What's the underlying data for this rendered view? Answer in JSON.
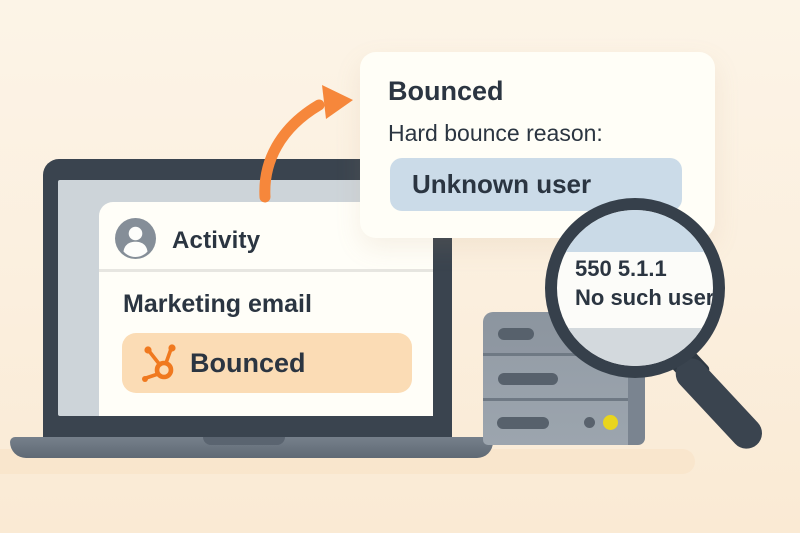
{
  "laptop": {
    "activity_card": {
      "header": "Activity",
      "section_label": "Marketing email",
      "status_badge": "Bounced"
    }
  },
  "bounce_card": {
    "title": "Bounced",
    "reason_label": "Hard bounce reason:",
    "reason_value": "Unknown user"
  },
  "magnifier": {
    "smtp_code": "550 5.1.1",
    "smtp_message": "No such user"
  },
  "icons": {
    "avatar": "user-avatar-icon",
    "badge_logo": "hubspot-sprocket-icon",
    "arrow": "curved-arrow-icon",
    "magnifier": "magnifying-glass-icon"
  },
  "colors": {
    "background_cream": "#FBEFDE",
    "dark_navy": "#3A444F",
    "text_navy": "#2B3541",
    "badge_peach": "#FBDCB5",
    "hubspot_orange": "#F0791F",
    "arrow_orange": "#F6873B",
    "reason_pill_blue": "#CBDBE8",
    "screen_gray": "#CDD4D9",
    "server_gray": "#97A0AA",
    "led_yellow": "#E9D51D",
    "card_white": "#FFFEF8"
  }
}
